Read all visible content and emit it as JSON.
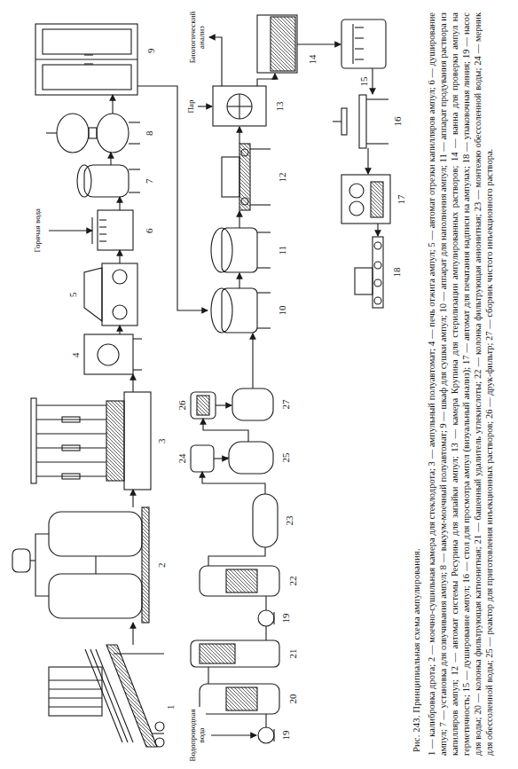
{
  "diagram": {
    "title": "Рис. 243. Принципиальная схема ампулирования.",
    "caption": "1 — калибровка дрота; 2 — моечно-сушильная камера для стеклодрота; 3 — ампульный полуавтомат; 4 — печь отжига ампул; 5 — автомат отрезки капилляров ампул; 6 — душирование ампул; 7 — установка для озвучивания ампул; 8 — вакуум-моечный полуавтомат; 9 — шкаф для сушки ампул; 10 — аппарат для наполнения ампул; 11 — аппарат продувания раствора из капилляров ампул; 12 — автомат системы Ресурина для запайки ампул; 13 — камера Крупина для стерилизации ампулированных растворов; 14 — ванна для проверки ампул на герметичность; 15 — душирование ампул; 16 — стол для просмотра ампул (визуальный анализ); 17 — автомат для печатания надписи на ампулах; 18 — упаковочная линия; 19 — насос для воды; 20 — колонка фильтрующая катионитная; 21 — башенный удалитель углекислоты; 22 — колонка фильтрующая анионитная; 23 — монтежю обессоленной воды; 24 — мерник для обессоленной воды; 25 — реактор для приготовления инъекционных растворов; 26 — друк-фильтр; 27 — сборник чистого инъекционного раствора.",
    "labels": [
      "1",
      "2",
      "3",
      "4",
      "5",
      "Горячая вода",
      "6",
      "7",
      "8",
      "9",
      "Водопроводная вода",
      "19",
      "20",
      "21",
      "19",
      "22",
      "23",
      "24",
      "25",
      "26",
      "27",
      "10",
      "11",
      "12",
      "Пар",
      "13",
      "Биологический анализ",
      "14",
      "15",
      "16",
      "17",
      "18"
    ]
  }
}
